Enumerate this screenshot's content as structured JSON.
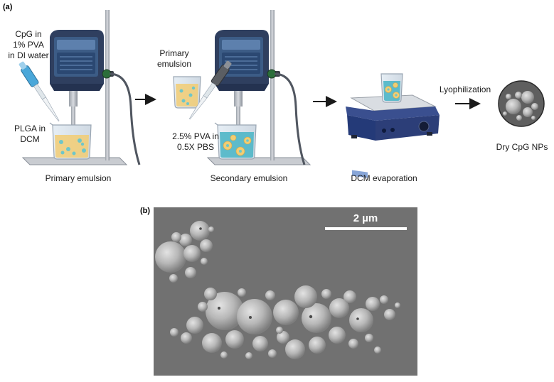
{
  "panel_a": {
    "label": "(a)",
    "step1": {
      "top_label": [
        "CpG in",
        "1% PVA",
        "in DI water"
      ],
      "side_label": [
        "PLGA in",
        "DCM"
      ],
      "caption": "Primary emulsion"
    },
    "step2": {
      "top_label": [
        "Primary",
        "emulsion"
      ],
      "side_label": [
        "2.5% PVA in",
        "0.5X PBS"
      ],
      "caption": "Secondary emulsion"
    },
    "step3": {
      "caption": "DCM evaporation"
    },
    "step4": {
      "arrow_label": "Lyophilization",
      "caption": "Dry CpG NPs"
    }
  },
  "panel_b": {
    "label": "(b)",
    "scale_bar": "2 µm"
  },
  "colors": {
    "device_body": "#2f3f5f",
    "device_screen": "#3c5c86",
    "stand": "#8a9099",
    "pvc_yellow": "#f2cd73",
    "particle_teal": "#6ec6c9",
    "sem_bg": "#707070",
    "sem_particle": "#b9b9b9",
    "hotplate": "#2c3e78",
    "pipette_blue": "#4aa7d9"
  }
}
